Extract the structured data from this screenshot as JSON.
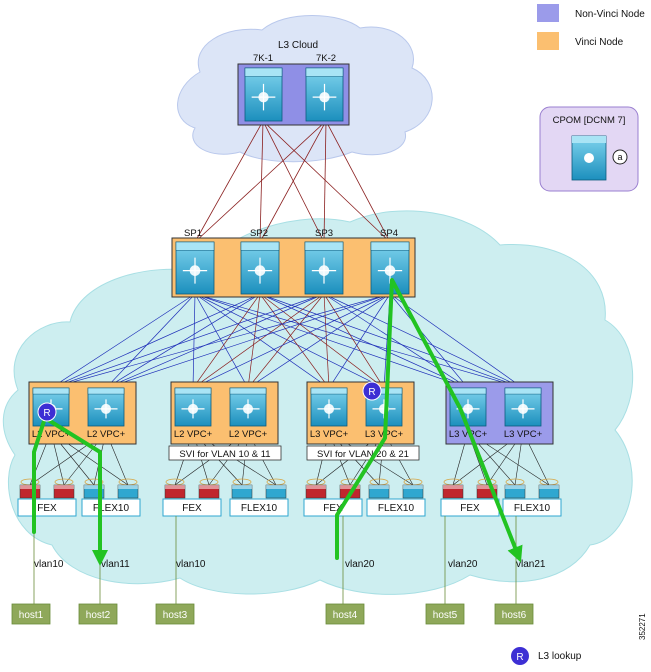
{
  "legend": {
    "non_vinci_label": "Non-Vinci Node",
    "vinci_label": "Vinci Node",
    "non_vinci_color": "#9b9bea",
    "vinci_color": "#fbbf70"
  },
  "l3_cloud": {
    "label": "L3 Cloud",
    "switch_labels": [
      "7K-1",
      "7K-2"
    ]
  },
  "cpom": {
    "label": "CPOM [DCNM 7]",
    "badge": "a"
  },
  "spines": [
    "SP1",
    "SP2",
    "SP3",
    "SP4"
  ],
  "leaf_labels": [
    "L2 VPC+",
    "L2 VPC+",
    "L2 VPC+",
    "L2 VPC+",
    "L3 VPC+",
    "L3 VPC+",
    "L3 VPC+",
    "L3 VPC+"
  ],
  "svi_labels": [
    "SVI for VLAN 10 & 11",
    "SVI for VLAN 20 & 21"
  ],
  "fex_labels": [
    "FEX",
    "FLEX10",
    "FEX",
    "FLEX10",
    "FEX",
    "FLEX10",
    "FEX",
    "FLEX10"
  ],
  "vlan_labels": [
    "vlan10",
    "vlan11",
    "vlan10",
    "vlan20",
    "vlan20",
    "vlan21"
  ],
  "host_labels": [
    "host1",
    "host2",
    "host3",
    "host4",
    "host5",
    "host6"
  ],
  "router_badge": "R",
  "l3_lookup_label": "L3 lookup",
  "figure_id": "352271",
  "colors": {
    "cloud": "#cdeef0",
    "l3_cloud": "#dce5f7",
    "switch": "#2fa7d0",
    "path": "#22c322",
    "router": "#3d2fd4",
    "host": "#8fa85a",
    "link_blue": "#1f2fb8",
    "link_red": "#8a1f1f"
  }
}
